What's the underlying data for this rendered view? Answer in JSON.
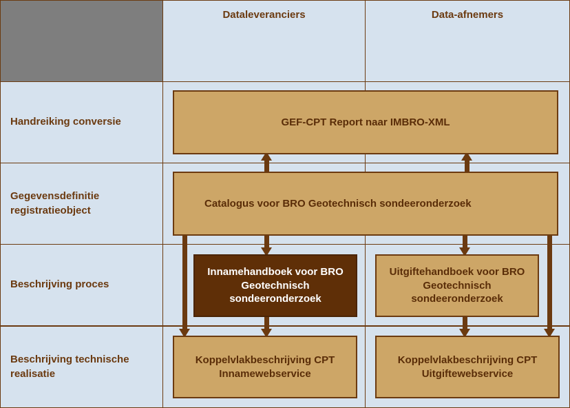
{
  "diagram": {
    "title_corner": "",
    "columns": [
      {
        "id": "dataleveranciers",
        "label": "Dataleveranciers"
      },
      {
        "id": "data-afnemers",
        "label": "Data-afnemers"
      }
    ],
    "rows": [
      {
        "id": "handreiking-conversie",
        "label": "Handreiking conversie"
      },
      {
        "id": "gegevensdefinitie-registratieobject",
        "label": "Gegevensdefinitie registratieobject"
      },
      {
        "id": "beschrijving-proces",
        "label": "Beschrijving proces"
      },
      {
        "id": "beschrijving-technische-realisatie",
        "label": "Beschrijving technische realisatie"
      }
    ],
    "nodes": [
      {
        "id": "gef-cpt-report",
        "label": "GEF-CPT Report naar IMBRO-XML",
        "style": "normal"
      },
      {
        "id": "catalogus-bro",
        "label": "Catalogus voor BRO Geotechnisch sondeeronderzoek",
        "style": "normal"
      },
      {
        "id": "innamehandboek",
        "label": "Innamehandboek voor BRO Geotechnisch sondeeronderzoek",
        "style": "highlight"
      },
      {
        "id": "uitgiftehandboek",
        "label": "Uitgiftehandboek voor BRO Geotechnisch sondeeronderzoek",
        "style": "normal"
      },
      {
        "id": "koppelvlak-inname",
        "label": "Koppelvlakbeschrijving CPT Innamewebservice",
        "style": "normal"
      },
      {
        "id": "koppelvlak-uitgifte",
        "label": "Koppelvlakbeschrijving CPT Uitgiftewebservice",
        "style": "normal"
      }
    ],
    "colors": {
      "panel_background": "#d6e2ee",
      "corner_gray": "#7e7e7e",
      "box_tan": "#cda667",
      "box_highlight": "#5f2f07",
      "line_brown": "#6b3a10",
      "text_brown": "#6b3a10",
      "text_highlight": "#ffffff"
    }
  }
}
